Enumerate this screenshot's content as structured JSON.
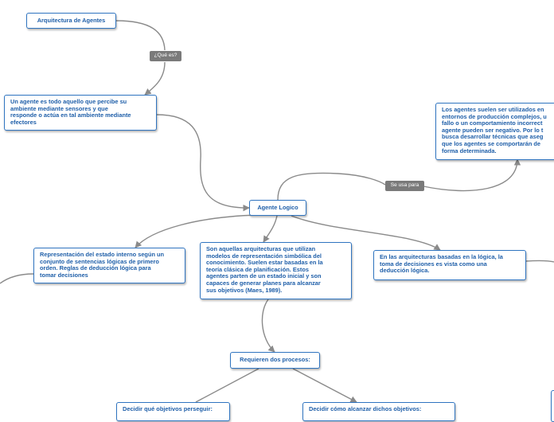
{
  "nodes": {
    "arquitectura": "Arquitectura de Agentes",
    "definicion": "Un agente es todo aquello que percibe su\nambiente mediante sensores y que\nresponde o actúa en tal ambiente mediante\nefectores",
    "utilizados": "Los agentes suelen ser utilizados en\nentornos de producción complejos, u\nfallo o un comportamiento incorrect\nagente pueden ser negativo. Por lo t\nbusca desarrollar técnicas que aseg\nque los agentes se comportarán de\nforma determinada.",
    "central": "Agente Logico",
    "representacion": "Representación del estado interno según un\nconjunto de sentencias lógicas de primero\norden. Reglas de deducción lógica para\ntomar decisiones",
    "simbolica": "Son aquellas arquitecturas que utilizan\nmodelos de representación simbólica del\nconocimiento. Suelen estar basadas en la\nteoría clásica de planificación. Estos\nagentes parten de un estado inicial y son\ncapaces de generar planes para alcanzar\nsus objetivos (Maes, 1989).",
    "decisiones": "En las arquitecturas basadas en la lógica, la\ntoma de decisiones es vista como una\ndeducción lógica.",
    "procesos": "Requieren dos procesos:",
    "objetivos": "Decidir qué objetivos perseguir:",
    "alcanzar": "Decidir cómo alcanzar dichos objetivos:"
  },
  "link_labels": {
    "que_es": "¿Qué es?",
    "se_usa_para": "Se usa para"
  },
  "colors": {
    "node_border": "#2f74c0",
    "node_text": "#1f5fa9",
    "link": "#8a8a8a",
    "label_bg": "#7a7a7a",
    "label_text": "#ffffff"
  }
}
